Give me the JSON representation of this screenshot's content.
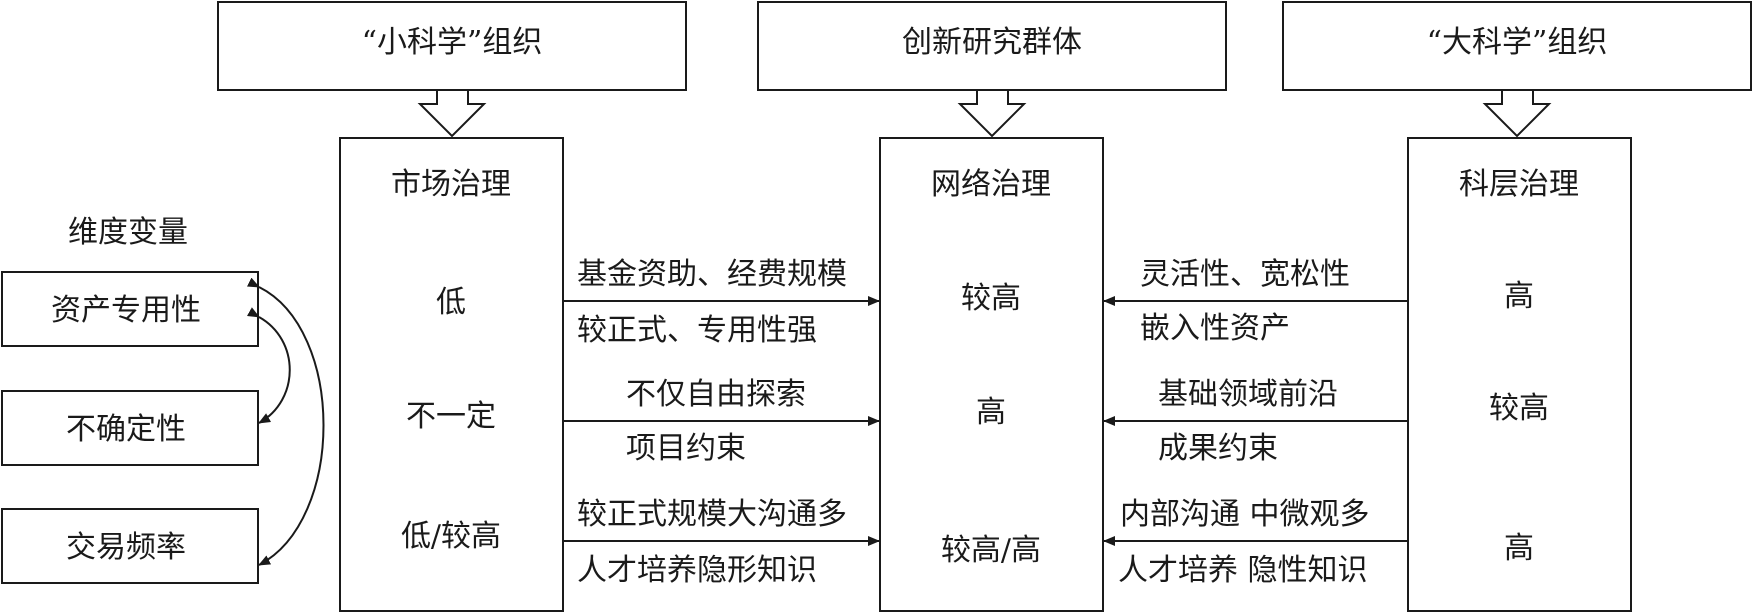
{
  "top_labels": {
    "small_science": "“小科学”组织",
    "innovation_group": "创新研究群体",
    "big_science": "“大科学”组织"
  },
  "columns": {
    "market": {
      "title": "市场治理",
      "values": [
        "低",
        "不一定",
        "低/较高"
      ]
    },
    "network": {
      "title": "网络治理",
      "values": [
        "较高",
        "高",
        "较高/高"
      ]
    },
    "hierarchy": {
      "title": "科层治理",
      "values": [
        "高",
        "较高",
        "高"
      ]
    }
  },
  "dimension": {
    "title": "维度变量",
    "items": [
      "资产专用性",
      "不确定性",
      "交易频率"
    ]
  },
  "left_arrows": [
    {
      "top": "基金资助、经费规模",
      "bottom": "较正式、专用性强"
    },
    {
      "top": "不仅自由探索",
      "bottom": "项目约束"
    },
    {
      "top": "较正式规模大沟通多",
      "bottom": "人才培养隐形知识"
    }
  ],
  "right_arrows": [
    {
      "top": "灵活性、宽松性",
      "bottom": "嵌入性资产"
    },
    {
      "top": "基础领域前沿",
      "bottom": "成果约束"
    },
    {
      "top": "内部沟通 中微观多",
      "bottom": "人才培养 隐性知识"
    }
  ]
}
